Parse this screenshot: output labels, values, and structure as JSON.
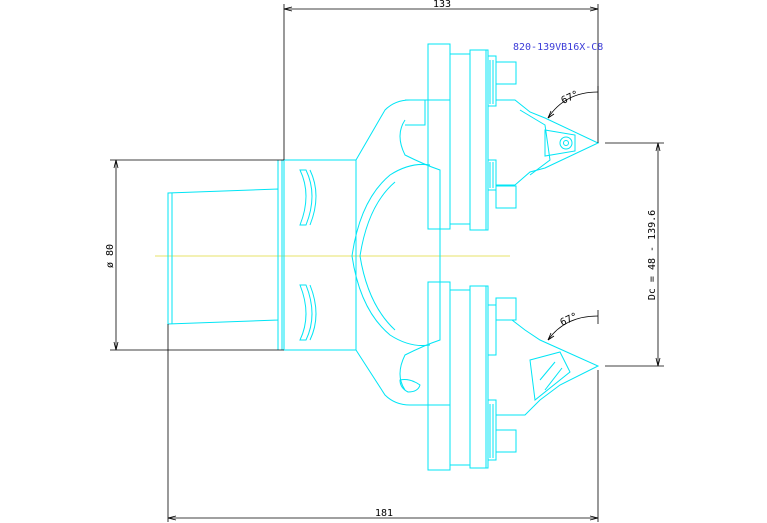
{
  "part_number": "820-139VB16X-C8",
  "dimensions": {
    "top_length": "133",
    "bottom_length": "181",
    "shank_diameter": "ø 80",
    "cutting_diameter": "Dc = 48 - 139.6",
    "angle_top": "67°",
    "angle_bottom": "67°"
  },
  "colors": {
    "outline": "#00e5f5",
    "dimension": "#000000",
    "label": "#3c3cd8",
    "centerline": "#e7e36a"
  }
}
